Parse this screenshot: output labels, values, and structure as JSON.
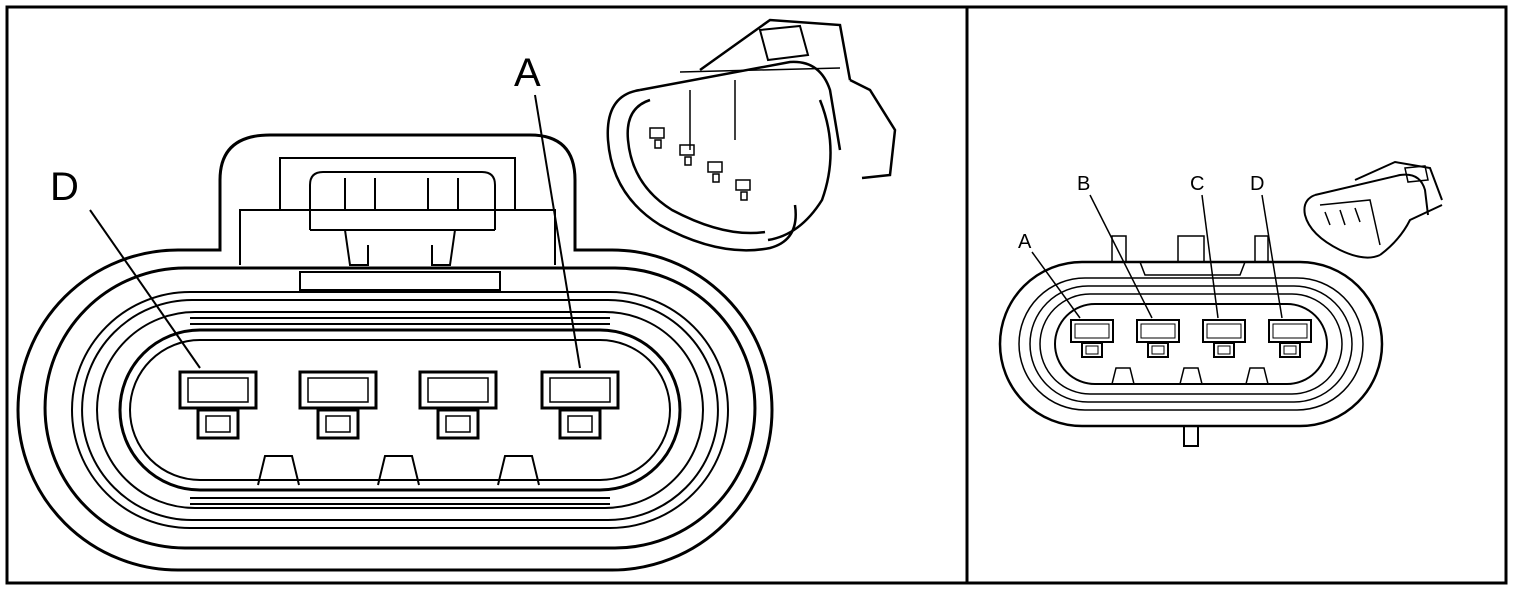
{
  "left_panel": {
    "labels": {
      "pin_d": "D",
      "pin_a": "A"
    }
  },
  "right_panel": {
    "labels": {
      "pin_a": "A",
      "pin_b": "B",
      "pin_c": "C",
      "pin_d": "D"
    }
  },
  "colors": {
    "line": "#000000",
    "background": "#ffffff"
  }
}
